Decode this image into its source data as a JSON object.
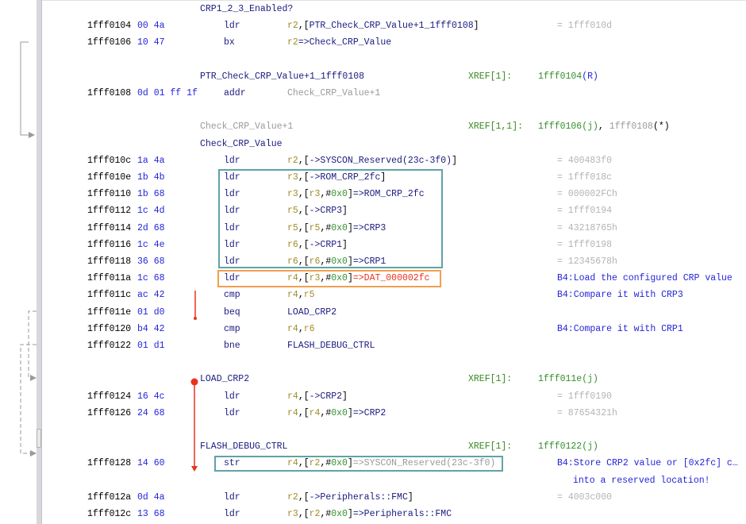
{
  "rows": [
    {
      "type": "label",
      "label": "CRP1_2_3_Enabled?"
    },
    {
      "type": "instr",
      "addr": "1fff0104",
      "bytes": "00 4a",
      "mn": "ldr",
      "ops": [
        {
          "t": "r2",
          "c": "r"
        },
        {
          "t": ",[",
          "c": "k"
        },
        {
          "t": "PTR_Check_CRP_Value+1_1fff0108",
          "c": "n"
        },
        {
          "t": "]",
          "c": "k"
        }
      ],
      "eq": "= 1fff010d"
    },
    {
      "type": "instr",
      "addr": "1fff0106",
      "bytes": "10 47",
      "mn": "bx",
      "ops": [
        {
          "t": "r2",
          "c": "r"
        },
        {
          "t": "=>Check_CRP_Value",
          "c": "n"
        }
      ]
    },
    {
      "type": "blank"
    },
    {
      "type": "label",
      "label": "PTR_Check_CRP_Value+1_1fff0108",
      "xref": "XREF[1]:",
      "xref_vals": [
        {
          "t": "1fff0104",
          "c": "g"
        },
        {
          "t": "(R)",
          "c": "b"
        }
      ]
    },
    {
      "type": "instr",
      "addr": "1fff0108",
      "bytes": "0d 01 ff 1f",
      "mn": "addr",
      "ops": [
        {
          "t": "Check_CRP_Value+1",
          "c": "x"
        }
      ]
    },
    {
      "type": "blank"
    },
    {
      "type": "label",
      "label": "Check_CRP_Value+1",
      "gray": true,
      "xref": "XREF[1,1]:",
      "xref_vals": [
        {
          "t": "1fff0106(j)",
          "c": "g"
        },
        {
          "t": ", ",
          "c": "k"
        },
        {
          "t": "1fff0108",
          "c": "x"
        },
        {
          "t": "(*)",
          "c": "k"
        }
      ]
    },
    {
      "type": "label",
      "label": "Check_CRP_Value"
    },
    {
      "type": "instr",
      "addr": "1fff010c",
      "bytes": "1a 4a",
      "mn": "ldr",
      "ops": [
        {
          "t": "r2",
          "c": "r"
        },
        {
          "t": ",[",
          "c": "k"
        },
        {
          "t": "->SYSCON_Reserved(23c-3f0)",
          "c": "n"
        },
        {
          "t": "]",
          "c": "k"
        }
      ],
      "eq": "= 400483f0"
    },
    {
      "type": "instr",
      "addr": "1fff010e",
      "bytes": "1b 4b",
      "mn": "ldr",
      "ops": [
        {
          "t": "r3",
          "c": "r"
        },
        {
          "t": ",[",
          "c": "k"
        },
        {
          "t": "->ROM_CRP_2fc",
          "c": "n"
        },
        {
          "t": "]",
          "c": "k"
        }
      ],
      "eq": "= 1fff018c"
    },
    {
      "type": "instr",
      "addr": "1fff0110",
      "bytes": "1b 68",
      "mn": "ldr",
      "ops": [
        {
          "t": "r3",
          "c": "r"
        },
        {
          "t": ",[",
          "c": "k"
        },
        {
          "t": "r3",
          "c": "r"
        },
        {
          "t": ",#",
          "c": "k"
        },
        {
          "t": "0x0",
          "c": "g"
        },
        {
          "t": "]",
          "c": "k"
        },
        {
          "t": "=>ROM_CRP_2fc",
          "c": "n"
        }
      ],
      "eq": "= 000002FCh"
    },
    {
      "type": "instr",
      "addr": "1fff0112",
      "bytes": "1c 4d",
      "mn": "ldr",
      "ops": [
        {
          "t": "r5",
          "c": "r"
        },
        {
          "t": ",[",
          "c": "k"
        },
        {
          "t": "->CRP3",
          "c": "n"
        },
        {
          "t": "]",
          "c": "k"
        }
      ],
      "eq": "= 1fff0194"
    },
    {
      "type": "instr",
      "addr": "1fff0114",
      "bytes": "2d 68",
      "mn": "ldr",
      "ops": [
        {
          "t": "r5",
          "c": "r"
        },
        {
          "t": ",[",
          "c": "k"
        },
        {
          "t": "r5",
          "c": "r"
        },
        {
          "t": ",#",
          "c": "k"
        },
        {
          "t": "0x0",
          "c": "g"
        },
        {
          "t": "]",
          "c": "k"
        },
        {
          "t": "=>CRP3",
          "c": "n"
        }
      ],
      "eq": "= 43218765h"
    },
    {
      "type": "instr",
      "addr": "1fff0116",
      "bytes": "1c 4e",
      "mn": "ldr",
      "ops": [
        {
          "t": "r6",
          "c": "r"
        },
        {
          "t": ",[",
          "c": "k"
        },
        {
          "t": "->CRP1",
          "c": "n"
        },
        {
          "t": "]",
          "c": "k"
        }
      ],
      "eq": "= 1fff0198"
    },
    {
      "type": "instr",
      "addr": "1fff0118",
      "bytes": "36 68",
      "mn": "ldr",
      "ops": [
        {
          "t": "r6",
          "c": "r"
        },
        {
          "t": ",[",
          "c": "k"
        },
        {
          "t": "r6",
          "c": "r"
        },
        {
          "t": ",#",
          "c": "k"
        },
        {
          "t": "0x0",
          "c": "g"
        },
        {
          "t": "]",
          "c": "k"
        },
        {
          "t": "=>CRP1",
          "c": "n"
        }
      ],
      "eq": "= 12345678h"
    },
    {
      "type": "instr",
      "addr": "1fff011a",
      "bytes": "1c 68",
      "mn": "ldr",
      "ops": [
        {
          "t": "r4",
          "c": "r"
        },
        {
          "t": ",[",
          "c": "k"
        },
        {
          "t": "r3",
          "c": "r"
        },
        {
          "t": ",#",
          "c": "k"
        },
        {
          "t": "0x0",
          "c": "g"
        },
        {
          "t": "]",
          "c": "k"
        },
        {
          "t": "=>DAT_000002fc",
          "c": "e"
        }
      ],
      "comment": "B4:Load the configured CRP value"
    },
    {
      "type": "instr",
      "addr": "1fff011c",
      "bytes": "ac 42",
      "mn": "cmp",
      "ops": [
        {
          "t": "r4",
          "c": "r"
        },
        {
          "t": ",",
          "c": "k"
        },
        {
          "t": "r5",
          "c": "r"
        }
      ],
      "comment": "B4:Compare it with CRP3"
    },
    {
      "type": "instr",
      "addr": "1fff011e",
      "bytes": "01 d0",
      "mn": "beq",
      "ops": [
        {
          "t": "LOAD_CRP2",
          "c": "n"
        }
      ]
    },
    {
      "type": "instr",
      "addr": "1fff0120",
      "bytes": "b4 42",
      "mn": "cmp",
      "ops": [
        {
          "t": "r4",
          "c": "r"
        },
        {
          "t": ",",
          "c": "k"
        },
        {
          "t": "r6",
          "c": "r"
        }
      ],
      "comment": "B4:Compare it with CRP1"
    },
    {
      "type": "instr",
      "addr": "1fff0122",
      "bytes": "01 d1",
      "mn": "bne",
      "ops": [
        {
          "t": "FLASH_DEBUG_CTRL",
          "c": "n"
        }
      ]
    },
    {
      "type": "blank"
    },
    {
      "type": "label",
      "label": "LOAD_CRP2",
      "xref": "XREF[1]:",
      "xref_vals": [
        {
          "t": "1fff011e(j)",
          "c": "g"
        }
      ]
    },
    {
      "type": "instr",
      "addr": "1fff0124",
      "bytes": "16 4c",
      "mn": "ldr",
      "ops": [
        {
          "t": "r4",
          "c": "r"
        },
        {
          "t": ",[",
          "c": "k"
        },
        {
          "t": "->CRP2",
          "c": "n"
        },
        {
          "t": "]",
          "c": "k"
        }
      ],
      "eq": "= 1fff0190"
    },
    {
      "type": "instr",
      "addr": "1fff0126",
      "bytes": "24 68",
      "mn": "ldr",
      "ops": [
        {
          "t": "r4",
          "c": "r"
        },
        {
          "t": ",[",
          "c": "k"
        },
        {
          "t": "r4",
          "c": "r"
        },
        {
          "t": ",#",
          "c": "k"
        },
        {
          "t": "0x0",
          "c": "g"
        },
        {
          "t": "]",
          "c": "k"
        },
        {
          "t": "=>CRP2",
          "c": "n"
        }
      ],
      "eq": "= 87654321h"
    },
    {
      "type": "blank"
    },
    {
      "type": "label",
      "label": "FLASH_DEBUG_CTRL",
      "xref": "XREF[1]:",
      "xref_vals": [
        {
          "t": "1fff0122(j)",
          "c": "g"
        }
      ]
    },
    {
      "type": "instr",
      "addr": "1fff0128",
      "bytes": "14 60",
      "mn": "str",
      "ops": [
        {
          "t": "r4",
          "c": "r"
        },
        {
          "t": ",[",
          "c": "k"
        },
        {
          "t": "r2",
          "c": "r"
        },
        {
          "t": ",#",
          "c": "k"
        },
        {
          "t": "0x0",
          "c": "g"
        },
        {
          "t": "]",
          "c": "k"
        },
        {
          "t": "=>SYSCON_Reserved(23c-3f0)",
          "c": "x"
        }
      ],
      "comment": "B4:Store CRP2 value or [0x2fc] c…"
    },
    {
      "type": "cont",
      "comment": "into a reserved location!"
    },
    {
      "type": "instr",
      "addr": "1fff012a",
      "bytes": "0d 4a",
      "mn": "ldr",
      "ops": [
        {
          "t": "r2",
          "c": "r"
        },
        {
          "t": ",[",
          "c": "k"
        },
        {
          "t": "->Peripherals::FMC",
          "c": "n"
        },
        {
          "t": "]",
          "c": "k"
        }
      ],
      "eq": "= 4003c000"
    },
    {
      "type": "instr",
      "addr": "1fff012c",
      "bytes": "13 68",
      "mn": "ldr",
      "ops": [
        {
          "t": "r3",
          "c": "r"
        },
        {
          "t": ",[",
          "c": "k"
        },
        {
          "t": "r2",
          "c": "r"
        },
        {
          "t": ",#",
          "c": "k"
        },
        {
          "t": "0x0",
          "c": "g"
        },
        {
          "t": "]",
          "c": "k"
        },
        {
          "t": "=>Peripherals::FMC",
          "c": "n"
        }
      ]
    }
  ],
  "colors": {
    "highlight_teal": "#5fa3a8",
    "highlight_orange": "#f0a050",
    "flow_red": "#e8321e"
  }
}
